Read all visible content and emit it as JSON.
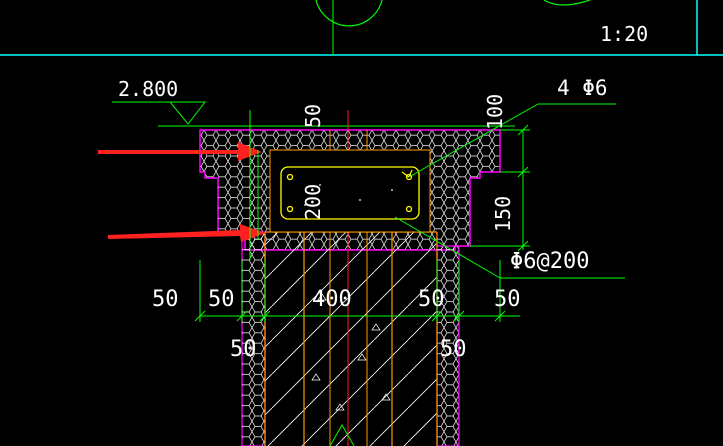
{
  "drawing": {
    "scale": "1:20",
    "level_mark": "2.800",
    "rebar_main": "4 Φ6",
    "rebar_stirrup": "Φ6@200",
    "dims": {
      "top_50": "50",
      "right_100": "100",
      "beam_200": "200",
      "right_150": "150",
      "left_outer_50": "50",
      "left_inner_50": "50",
      "center_400": "400",
      "right_inner_50": "50",
      "right_outer_50": "50",
      "low_left_50": "50",
      "low_right_50": "50"
    }
  },
  "colors": {
    "background": "#000000",
    "frame": "#00ffff",
    "outline": "#ff00ff",
    "dimension": "#00ff00",
    "beam": "#ffff00",
    "text": "#ffffff",
    "arrow": "#ff2020",
    "brick": "#ff9900",
    "center": "#ff2020"
  }
}
